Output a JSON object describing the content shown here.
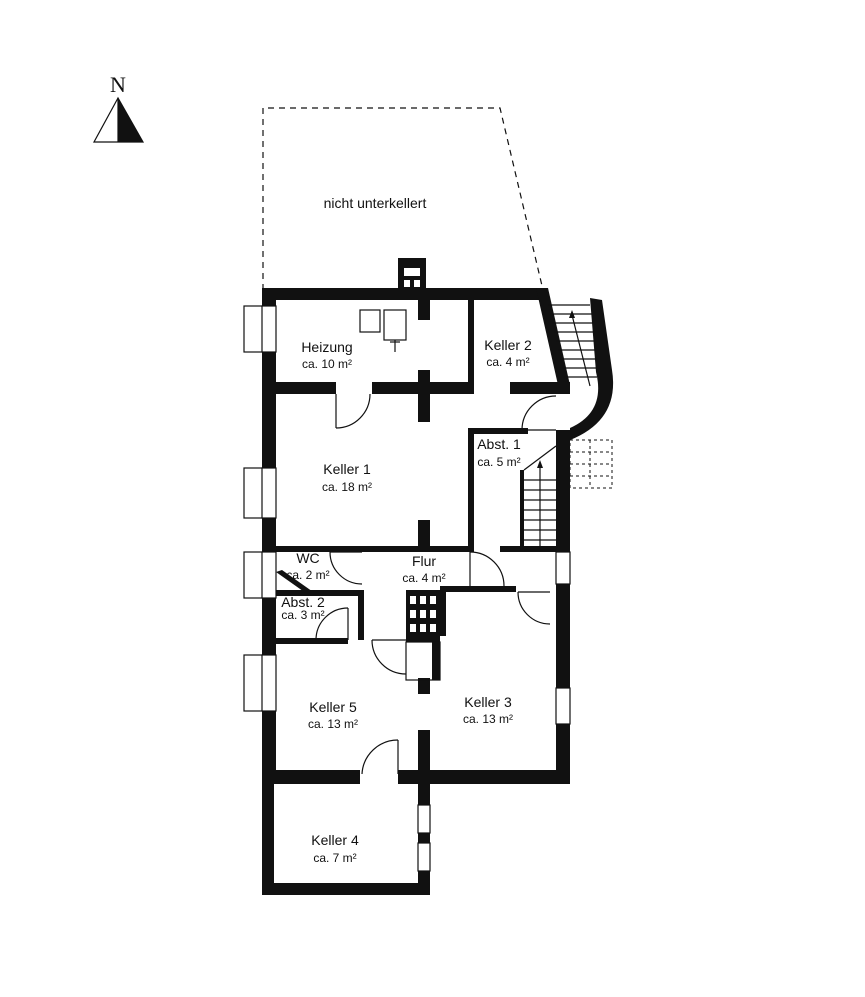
{
  "compass": {
    "label": "N"
  },
  "annotation": {
    "unexcavated": "nicht unterkellert"
  },
  "rooms": {
    "heizung": {
      "name": "Heizung",
      "area": "ca. 10 m²"
    },
    "keller2": {
      "name": "Keller 2",
      "area": "ca. 4 m²"
    },
    "abst1": {
      "name": "Abst. 1",
      "area": "ca. 5 m²"
    },
    "keller1": {
      "name": "Keller 1",
      "area": "ca. 18 m²"
    },
    "wc": {
      "name": "WC",
      "area": "ca. 2 m²"
    },
    "flur": {
      "name": "Flur",
      "area": "ca. 4 m²"
    },
    "abst2": {
      "name": "Abst. 2",
      "area": "ca. 3 m²"
    },
    "keller5": {
      "name": "Keller 5",
      "area": "ca. 13 m²"
    },
    "keller3": {
      "name": "Keller 3",
      "area": "ca. 13 m²"
    },
    "keller4": {
      "name": "Keller 4",
      "area": "ca. 7 m²"
    }
  }
}
